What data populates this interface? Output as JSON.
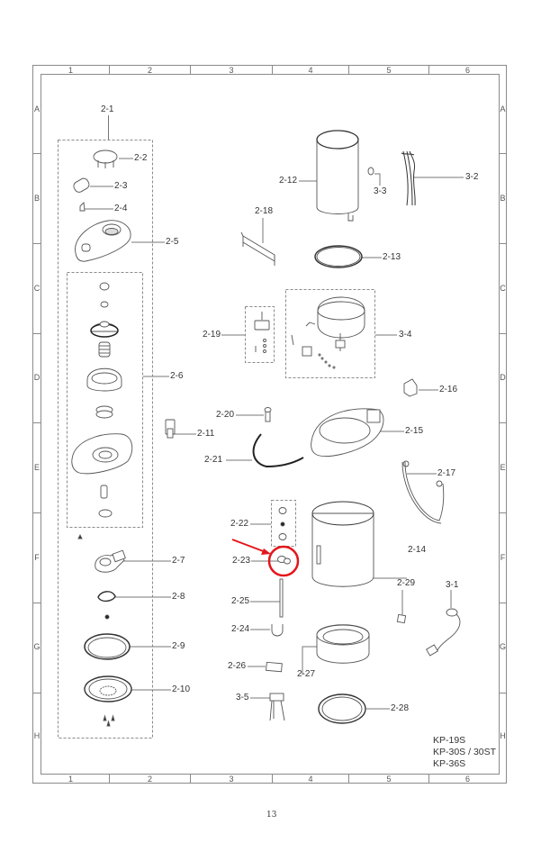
{
  "grid": {
    "columns": [
      "1",
      "2",
      "3",
      "4",
      "5",
      "6"
    ],
    "rows": [
      "A",
      "B",
      "C",
      "D",
      "E",
      "F",
      "G",
      "H"
    ]
  },
  "parts": {
    "p2_1": "2-1",
    "p2_2": "2-2",
    "p2_3": "2-3",
    "p2_4": "2-4",
    "p2_5": "2-5",
    "p2_6": "2-6",
    "p2_7": "2-7",
    "p2_8": "2-8",
    "p2_9": "2-9",
    "p2_10": "2-10",
    "p2_11": "2-11",
    "p2_12": "2-12",
    "p2_13": "2-13",
    "p2_14": "2-14",
    "p2_15": "2-15",
    "p2_16": "2-16",
    "p2_17": "2-17",
    "p2_18": "2-18",
    "p2_19": "2-19",
    "p2_20": "2-20",
    "p2_21": "2-21",
    "p2_22": "2-22",
    "p2_23": "2-23",
    "p2_24": "2-24",
    "p2_25": "2-25",
    "p2_26": "2-26",
    "p2_27": "2-27",
    "p2_28": "2-28",
    "p2_29": "2-29",
    "p3_1": "3-1",
    "p3_2": "3-2",
    "p3_3": "3-3",
    "p3_4": "3-4",
    "p3_5": "3-5"
  },
  "models": [
    "KP-19S",
    "KP-30S / 30ST",
    "KP-36S"
  ],
  "highlight": {
    "part": "2-23",
    "color": "#e3161b"
  },
  "page_number": "13"
}
